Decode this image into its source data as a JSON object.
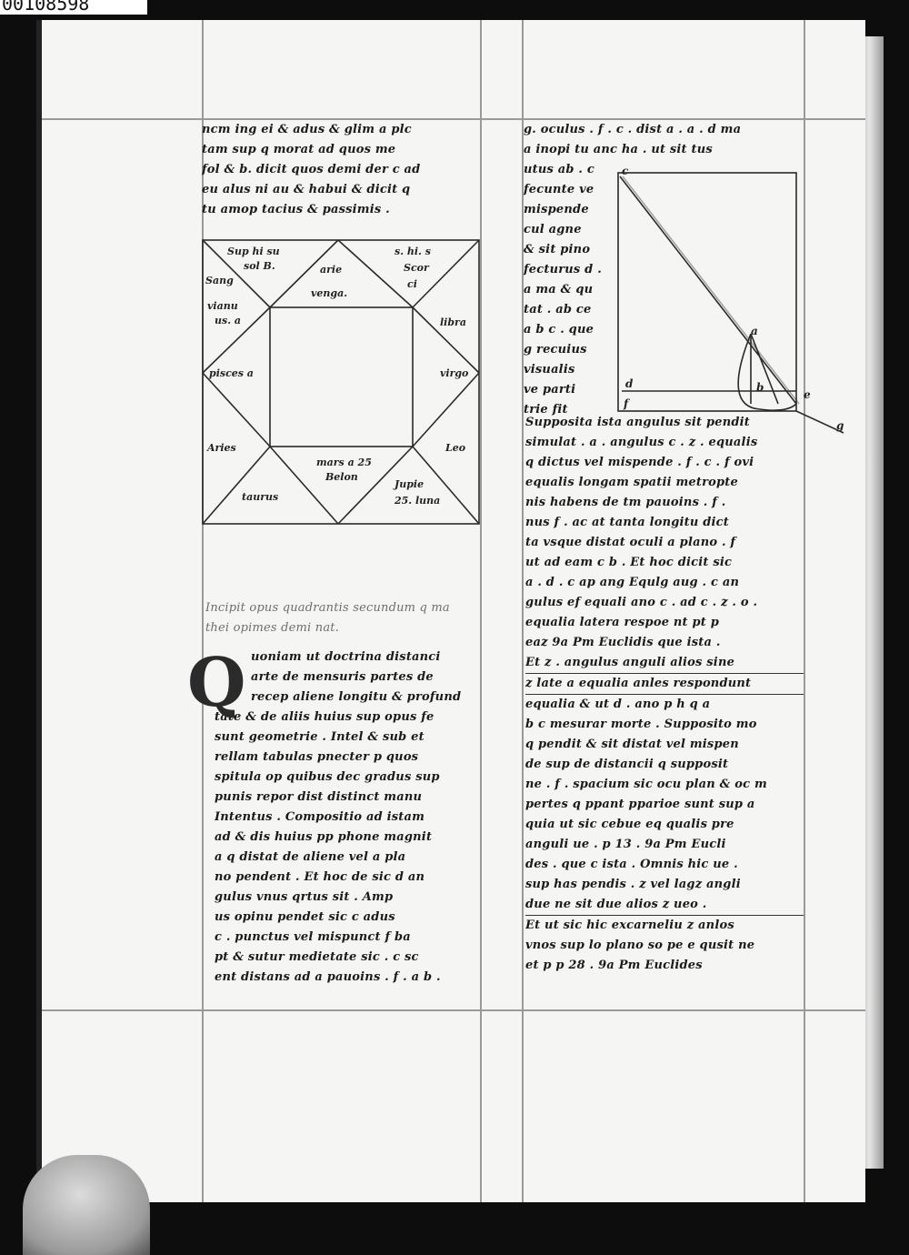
{
  "scan_id": "00108598",
  "left_column": {
    "top_lines": [
      "ncm ing ei & adus & glim a plc",
      "tam sup q morat ad quos me",
      "fol & b. dicit quos demi der c ad",
      "eu alus ni au & habui & dicit q",
      "tu amop tacius & passimis ."
    ],
    "chart_labels": {
      "top_left": "Sup hi su",
      "top_left_2": "sol B.",
      "top_center": "arie",
      "top_right": "s. hi. s",
      "top_right_2": "Scor",
      "top_right_3": "ci",
      "center_top": "venga.",
      "left_top": "Sang",
      "left_top_2": "vianu",
      "left_top_3": "us. a",
      "right_top": "libra",
      "left_mid": "pisces a",
      "right_mid": "virgo",
      "left_bottom": "Aries",
      "right_bottom": "Leo",
      "center_bottom": "mars a 25",
      "center_bottom_2": "Belon",
      "bottom_left": "taurus",
      "bottom_right": "Jupie",
      "bottom_right_2": "25. luna"
    },
    "rubric_lines": [
      "Incipit opus quadrantis secundum q ma",
      "thei opimes demi nat."
    ],
    "initial": "Q",
    "body_lines": [
      "uoniam ut doctrina distanci",
      "arte de mensuris partes de",
      "recep aliene longitu & profund",
      "tate & de aliis huius sup opus fe",
      "sunt geometrie . Intel & sub et",
      "rellam tabulas pnecter p quos",
      "spitula op quibus dec gradus sup",
      "punis repor dist distinct manu",
      "Intentus . Compositio ad istam",
      "ad & dis huius pp phone magnit",
      "a q distat de aliene vel a pla",
      "no pendent . Et hoc de sic d an",
      "gulus vnus qrtus sit . Amp",
      "us opinu pendet sic c adus",
      "c . punctus vel mispunct f ba",
      "pt & sutur medietate sic . c sc",
      "ent distans ad a pauoins . f . a b ."
    ]
  },
  "right_column": {
    "top_lines": [
      "g. oculus . f . c . dist a . a . d ma",
      "a inopi tu anc ha . ut sit tus",
      "utus ab . c",
      "fecunte ve",
      "mispende",
      "cul agne",
      "& sit pino",
      "fecturus d .",
      "a ma & qu",
      "tat . ab ce",
      "a b c . que",
      "g recuius",
      "visualis",
      "ve parti",
      "trie fit"
    ],
    "diagram_labels": {
      "c": "c",
      "a": "a",
      "b": "b",
      "e": "e",
      "d": "d",
      "f": "f",
      "g": "g"
    },
    "body_lines": [
      "Supposita ista angulus sit pendit",
      "simulat . a . angulus c . z . equalis",
      "q dictus vel mispende . f . c . f ovi",
      "equalis longam spatii metropte",
      "nis habens de tm pauoins . f .",
      "nus f . ac at tanta longitu dict",
      "ta vsque distat oculi a plano . f",
      "ut ad eam c b . Et hoc dicit sic",
      "a . d . c ap ang Equlg aug . c an",
      "gulus ef equali ano c . ad c . z . o .",
      "equalia latera respoe nt pt p",
      "eaz 9a Pm Euclidis que ista .",
      "Et z . angulus anguli alios sine",
      "z late a equalia anles respondunt",
      "equalia & ut d . ano p h q a",
      "b c mesurar morte . Supposito mo",
      "q pendit & sit distat vel mispen",
      "de sup de distancii q supposit",
      "ne . f . spacium sic ocu plan & oc m",
      "pertes q ppant pparioe sunt sup a",
      "quia ut sic cebue eq qualis pre",
      "anguli ue . p 13 . 9a Pm Eucli",
      "des . que c ista . Omnis hic ue .",
      "sup has pendis . z vel lagz angli",
      "due ne sit due alios z ueo .",
      "Et ut sic hic excarneliu z anlos",
      "vnos sup lo plano so pe e qusit ne",
      "et p p 28 . 9a Pm Euclides"
    ],
    "underlined_indices": [
      12,
      13,
      24
    ]
  }
}
